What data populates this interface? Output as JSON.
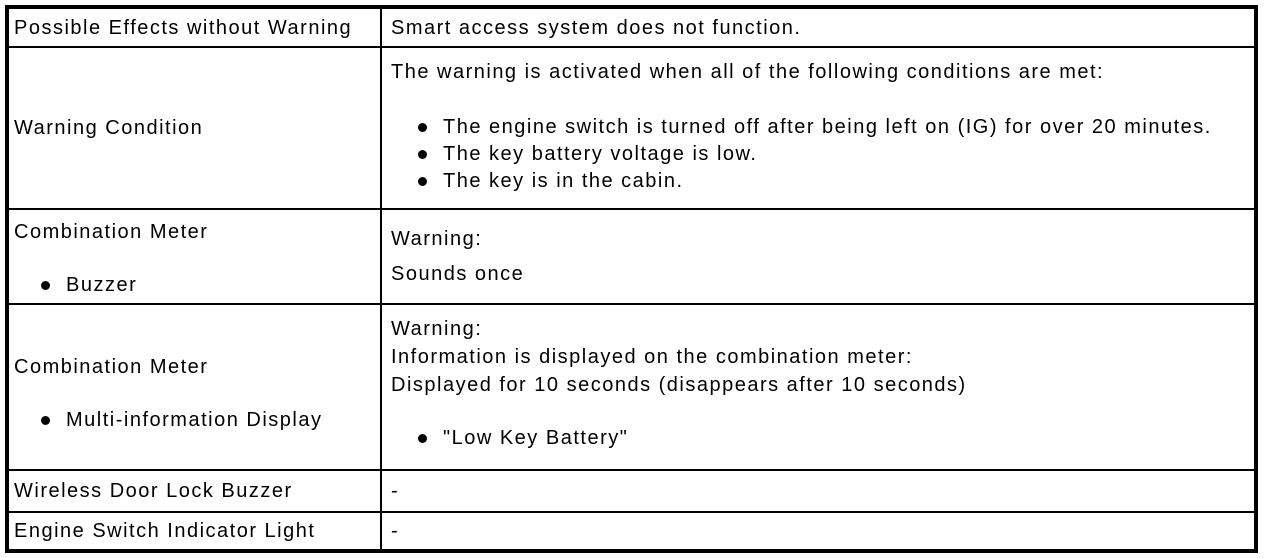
{
  "colors": {
    "border": "#000000",
    "text": "#000000",
    "background": "#ffffff"
  },
  "table": {
    "rows": [
      {
        "left": {
          "label": "Possible Effects without Warning"
        },
        "right": {
          "paragraphs": [
            "Smart access system does not function."
          ]
        }
      },
      {
        "left": {
          "label": "Warning Condition"
        },
        "right": {
          "paragraphs": [
            "The warning is activated when all of the following conditions are met:"
          ],
          "bullets": [
            "The engine switch is turned off after being left on (IG) for over 20 minutes.",
            "The key battery voltage is low.",
            "The key is in the cabin."
          ]
        }
      },
      {
        "left": {
          "label": "Combination Meter",
          "bullets": [
            "Buzzer"
          ]
        },
        "right": {
          "paragraphs": [
            "Warning:",
            "Sounds once"
          ]
        }
      },
      {
        "left": {
          "label": "Combination Meter",
          "bullets": [
            "Multi-information Display"
          ]
        },
        "right": {
          "paragraphs": [
            "Warning:",
            "Information is displayed on the combination meter:",
            "Displayed for 10 seconds (disappears after 10 seconds)"
          ],
          "bullets": [
            "\"Low Key Battery\""
          ]
        }
      },
      {
        "left": {
          "label": "Wireless Door Lock Buzzer"
        },
        "right": {
          "paragraphs": [
            "-"
          ]
        }
      },
      {
        "left": {
          "label": "Engine Switch Indicator Light"
        },
        "right": {
          "paragraphs": [
            "-"
          ]
        }
      }
    ]
  }
}
